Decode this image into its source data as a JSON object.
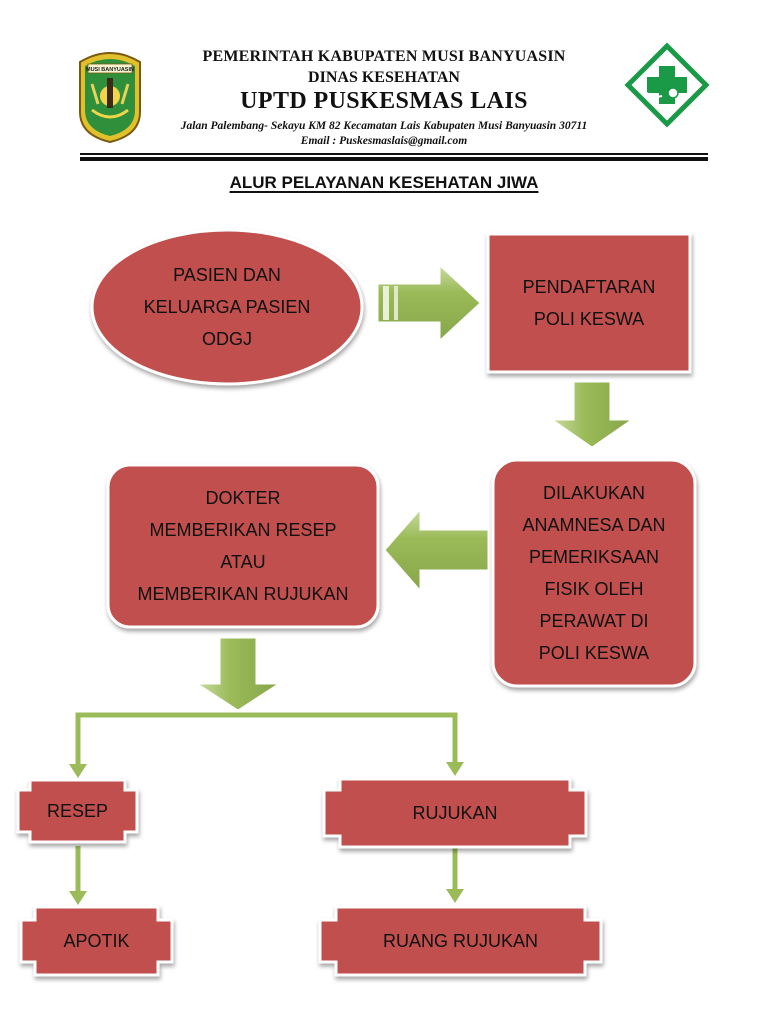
{
  "header": {
    "line1": "PEMERINTAH KABUPATEN MUSI BANYUASIN",
    "line2": "DINAS  KESEHATAN",
    "line3": "UPTD PUSKESMAS LAIS",
    "address": "Jalan Palembang- Sekayu KM 82 Kecamatan Lais Kabupaten Musi Banyuasin 30711",
    "email": "Email : Puskesmaslais@gmail.com",
    "left_logo_text": "MUSI BANYUASIN"
  },
  "title": "ALUR PELAYANAN KESEHATAN JIWA",
  "nodes": {
    "pasien": "PASIEN DAN\nKELUARGA PASIEN\nODGJ",
    "pendaftaran": "PENDAFTARAN\nPOLI KESWA",
    "anamnesa": "DILAKUKAN\nANAMNESA DAN\nPEMERIKSAAN\nFISIK OLEH\nPERAWAT DI\nPOLI KESWA",
    "dokter": "DOKTER\nMEMBERIKAN RESEP\nATAU\nMEMBERIKAN RUJUKAN",
    "resep": "RESEP",
    "rujukan": "RUJUKAN",
    "apotik": "APOTIK",
    "ruang_rujukan": "RUANG RUJUKAN"
  },
  "colors": {
    "node_fill": "#c0504d",
    "node_border": "#8c3836",
    "arrow_fill": "#9bbb59",
    "logo_green": "#1a9a46"
  }
}
